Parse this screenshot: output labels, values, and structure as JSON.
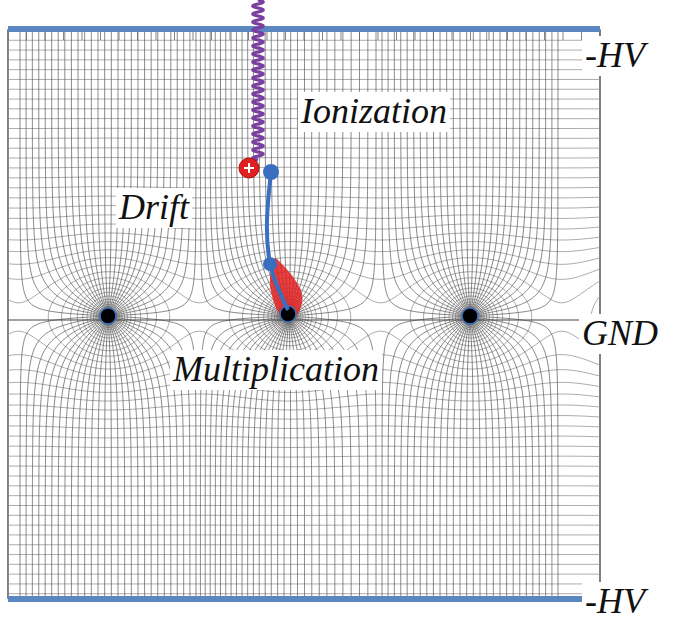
{
  "diagram": {
    "labels": [
      "-HV",
      "Ionization",
      "Drift",
      "GND",
      "Multiplication",
      "-HV"
    ]
  }
}
